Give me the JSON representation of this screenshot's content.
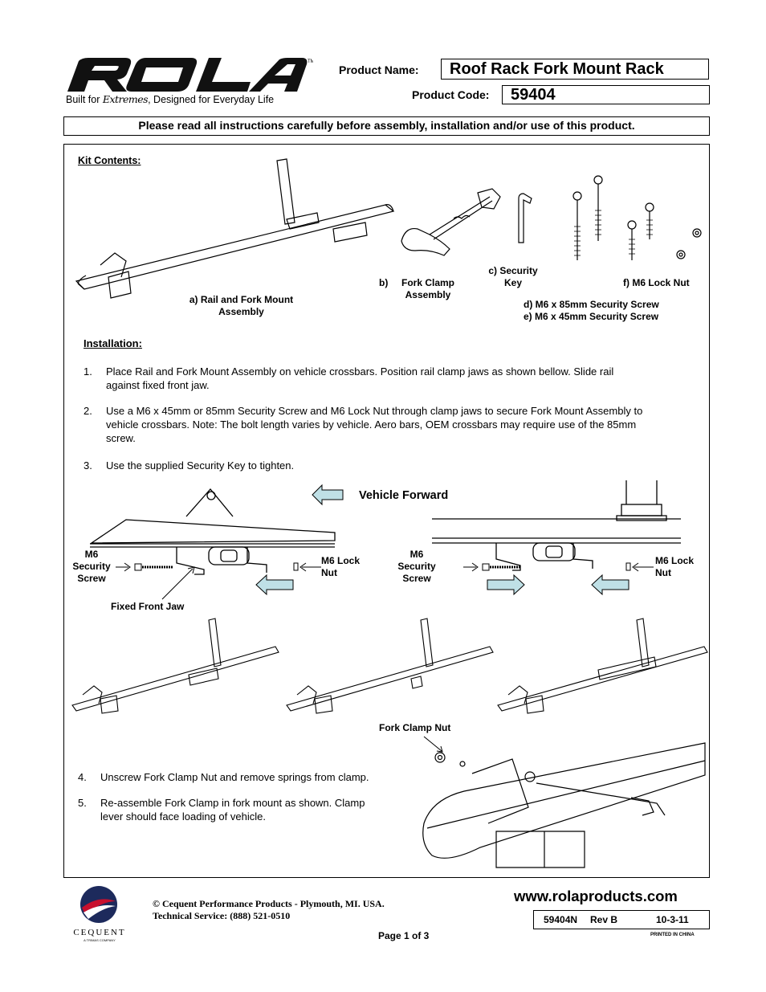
{
  "header": {
    "logo_text": "ROLA",
    "tagline_pre": "Built for ",
    "tagline_script": "Extremes",
    "tagline_post": ", Designed for Everyday Life",
    "product_name_label": "Product Name:",
    "product_name": "Roof Rack Fork Mount Rack",
    "product_code_label": "Product Code:",
    "product_code": "59404"
  },
  "notice": "Please read all instructions carefully before assembly, installation and/or use of this product.",
  "kit": {
    "heading": "Kit Contents:",
    "a": [
      "a) Rail and Fork Mount",
      "Assembly"
    ],
    "b_prefix": "b)",
    "b": [
      "Fork Clamp",
      "Assembly"
    ],
    "c": [
      "c) Security",
      "Key"
    ],
    "d": "d)  M6 x 85mm Security Screw",
    "e": "e)  M6 x 45mm Security Screw",
    "f": "f)  M6 Lock Nut"
  },
  "installation": {
    "heading": "Installation:",
    "steps": [
      {
        "num": "1.",
        "lines": [
          "Place Rail and Fork Mount Assembly on vehicle crossbars. Position rail clamp jaws as shown bellow.  Slide rail",
          "against fixed front jaw."
        ]
      },
      {
        "num": "2.",
        "lines": [
          "Use a M6 x 45mm or 85mm Security Screw and M6 Lock Nut through clamp jaws to secure Fork Mount Assembly to",
          "vehicle crossbars. Note: The bolt length varies by vehicle. Aero bars, OEM crossbars may require use of the 85mm",
          "screw."
        ]
      },
      {
        "num": "3.",
        "lines": [
          "Use the supplied Security Key to tighten."
        ]
      },
      {
        "num": "4.",
        "lines": [
          "Unscrew Fork Clamp Nut and remove springs from clamp."
        ]
      },
      {
        "num": "5.",
        "lines": [
          "Re-assemble Fork Clamp in fork mount as shown. Clamp",
          "lever should face loading of vehicle."
        ]
      }
    ]
  },
  "diagram": {
    "vehicle_forward": "Vehicle Forward",
    "m6_screw": [
      "M6",
      "Security",
      "Screw"
    ],
    "m6_nut": [
      "M6 Lock",
      "Nut"
    ],
    "fixed_front_jaw": "Fixed Front Jaw",
    "fork_clamp_nut": "Fork Clamp Nut",
    "arrow_color": "#bfe0e6"
  },
  "footer": {
    "copyright": "© Cequent Performance Products - Plymouth, MI. USA.",
    "tech_service": "Technical Service: (888) 521-0510",
    "website": "www.rolaproducts.com",
    "doc_number": "59404N",
    "revision": "Rev B",
    "date": "10-3-11",
    "printed": "PRINTED IN CHINA",
    "page": "Page 1 of 3",
    "cequent_name": "CEQUENT",
    "cequent_sub": "A TRIMAS COMPANY"
  }
}
